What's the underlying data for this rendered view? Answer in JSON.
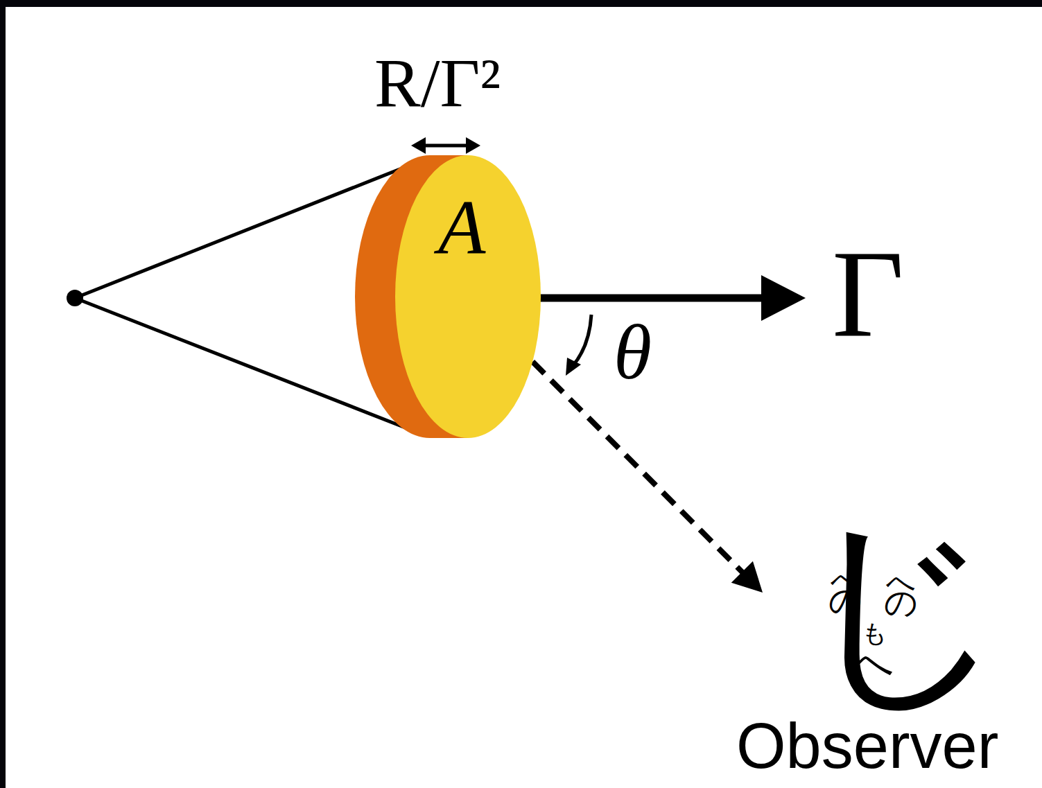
{
  "diagram": {
    "nodes": [
      {
        "text": [
          "A"
        ]
      },
      {
        "text": [
          "へ",
          "の",
          "へ",
          "の",
          "も",
          "へ",
          "じ",
          "Observer"
        ]
      }
    ],
    "edges": [
      {
        "from": 0,
        "to": 1,
        "arrow": "to"
      }
    ],
    "labels": [
      "R/Γ²",
      "Γ",
      "θ"
    ]
  }
}
